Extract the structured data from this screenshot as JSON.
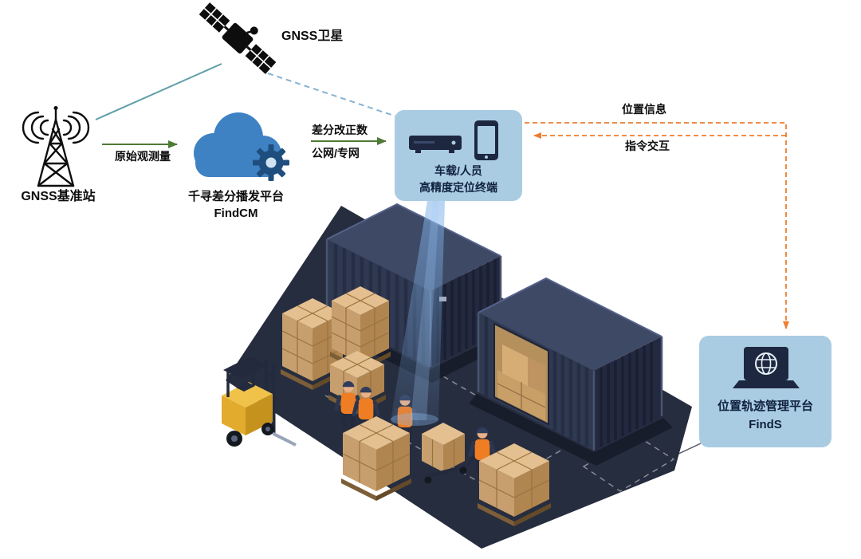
{
  "diagram": {
    "satellite": {
      "label": "GNSS卫星"
    },
    "base_station": {
      "label": "GNSS基准站"
    },
    "findcm": {
      "title": "千寻差分播发平台",
      "product": "FindCM"
    },
    "terminal": {
      "line1": "车载/人员",
      "line2": "高精度定位终端"
    },
    "finds": {
      "title": "位置轨迹管理平台",
      "product": "FindS"
    },
    "links": {
      "raw_observation": "原始观测量",
      "correction": "差分改正数",
      "network": "公网/专网",
      "position_info": "位置信息",
      "command_exchange": "指令交互"
    }
  },
  "icons": {
    "satellite": "gnss-satellite",
    "base_station": "radio-tower-with-signal-waves",
    "findcm": "cloud-with-gear",
    "terminal": [
      "gnss-receiver-box",
      "smartphone"
    ],
    "finds": "laptop-with-globe"
  },
  "scene": {
    "objects": [
      "container-yard-ground",
      "shipping-container",
      "shipping-container-open-door",
      "pallet-box-stacks",
      "forklift",
      "warehouse-workers",
      "pallet-jack",
      "positioning-beam",
      "lane-dashed-lines"
    ]
  },
  "colors": {
    "bubble_bg": "#a9cce3",
    "cloud_blue": "#3e82c4",
    "gear_blue": "#1e4e7d",
    "arrow_green": "#4e7a35",
    "arrow_orange": "#ed7d31",
    "satellite_link_teal": "#5f9ea8",
    "satellite_link_blue": "#85b3d1",
    "ground_navy": "#262d3f",
    "container_navy": "#303952",
    "box_tan": "#c79e6e",
    "forklift_yellow": "#f0c24a"
  }
}
